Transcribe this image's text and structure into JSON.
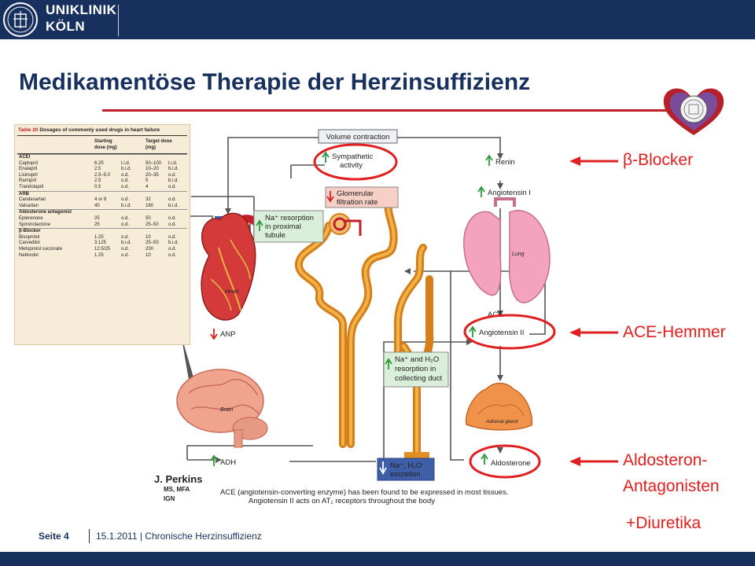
{
  "header": {
    "brand_line1": "UNIKLINIK",
    "brand_line2": "KÖLN"
  },
  "slide": {
    "title": "Medikamentöse Therapie der Herzinsuffizienz"
  },
  "table": {
    "number": "Table 20",
    "caption": "Dosages of commonly used drugs in heart failure",
    "headers": [
      "",
      "Starting dose (mg)",
      "",
      "Target dose (mg)",
      ""
    ],
    "groups": [
      {
        "name": "ACEI",
        "rows": [
          [
            "Captopril",
            "6.25",
            "t.i.d.",
            "50–100",
            "t.i.d."
          ],
          [
            "Enalapril",
            "2.5",
            "b.i.d.",
            "10–20",
            "b.i.d."
          ],
          [
            "Lisinopril",
            "2.5–5.0",
            "o.d.",
            "20–35",
            "o.d."
          ],
          [
            "Ramipril",
            "2.5",
            "o.d.",
            "5",
            "b.i.d."
          ],
          [
            "Trandolapril",
            "0.5",
            "o.d.",
            "4",
            "o.d."
          ]
        ]
      },
      {
        "name": "ARB",
        "rows": [
          [
            "Candesartan",
            "4 or 8",
            "o.d.",
            "32",
            "o.d."
          ],
          [
            "Valsartan",
            "40",
            "b.i.d.",
            "160",
            "b.i.d."
          ]
        ]
      },
      {
        "name": "Aldosterone antagonist",
        "rows": [
          [
            "Eplerenone",
            "25",
            "o.d.",
            "50",
            "o.d."
          ],
          [
            "Spironolactone",
            "25",
            "o.d.",
            "25–50",
            "o.d."
          ]
        ]
      },
      {
        "name": "β-Blocker",
        "rows": [
          [
            "Bisoprolol",
            "1.25",
            "o.d.",
            "10",
            "o.d."
          ],
          [
            "Carvedilol",
            "3.125",
            "b.i.d.",
            "25–50",
            "b.i.d."
          ],
          [
            "Metoprolol succinate",
            "12.5/25",
            "o.d.",
            "200",
            "o.d."
          ],
          [
            "Nebivolol",
            "1.25",
            "o.d.",
            "10",
            "o.d."
          ]
        ]
      }
    ]
  },
  "diagram": {
    "volume_contraction": "Volume contraction",
    "sympathetic_1": "Sympathetic",
    "sympathetic_2": "activity",
    "renin": "Renin",
    "angiotensin_1": "Angiotensin I",
    "glomerular_1": "Glomerular",
    "glomerular_2": "filtration rate",
    "na_prox_1": "Na⁺ resorption",
    "na_prox_2": "in proximal",
    "na_prox_3": "tubule",
    "heart_label": "Heart",
    "anp": "ANP",
    "lung_label": "Lung",
    "ace": "ACE",
    "angiotensin_2": "Angiotensin II",
    "na_coll_1": "Na⁺ and H₂O",
    "na_coll_2": "resorption in",
    "na_coll_3": "collecting duct",
    "brain_label": "Brain",
    "adrenal_label": "Adrenal gland",
    "adh": "ADH",
    "na_excr_1": "Na⁺, H₂O",
    "na_excr_2": "excretion",
    "aldosterone": "Aldosterone",
    "artist_name": "J. Perkins",
    "artist_degree": "MS, MFA",
    "artist_mark": "IGN",
    "caption_1": "ACE (angiotensin-converting enzyme) has been found to be expressed in most tissues.",
    "caption_2": "Angiotensin II acts on AT₁ receptors throughout the body"
  },
  "annotations": {
    "beta_blocker": "β-Blocker",
    "ace_hemmer": "ACE-Hemmer",
    "aldosteron_1": "Aldosteron-",
    "aldosteron_2": "Antagonisten",
    "diuretika": "+Diuretika"
  },
  "footer": {
    "page": "Seite 4",
    "date_topic": "15.1.2011 | Chronische Herzinsuffizienz"
  },
  "colors": {
    "navy": "#17305e",
    "accent_red": "#c0202a",
    "annotation_red": "#e02020",
    "up_arrow_green": "#2e9a3e"
  }
}
